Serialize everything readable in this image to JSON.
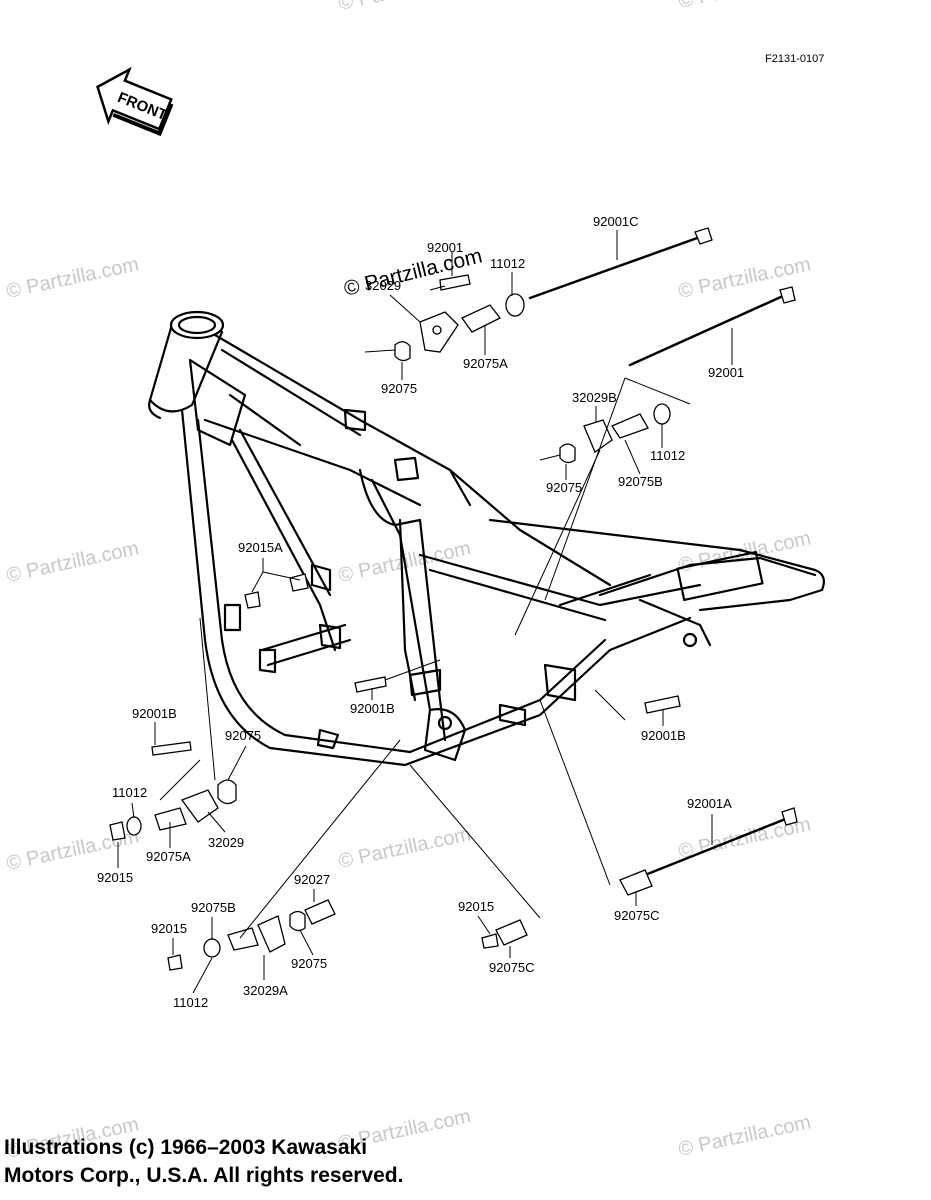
{
  "ref_code": "F2131-0107",
  "front_badge": "FRONT",
  "watermark": "© Partzilla.com",
  "watermark_center": "© Partzilla.com",
  "labels": {
    "p92001C": "92001C",
    "p92001_top": "92001",
    "p11012_top": "11012",
    "p32029_top": "32029",
    "p92075_top": "92075",
    "p92075A_top": "92075A",
    "p92001_right": "92001",
    "p32029B": "32029B",
    "p11012_right": "11012",
    "p92075_right": "92075",
    "p92075B_right": "92075B",
    "p92015A": "92015A",
    "p92001B_center": "92001B",
    "p92001B_right": "92001B",
    "p92001B_left": "92001B",
    "p92075_left": "92075",
    "p11012_left": "11012",
    "p32029_left": "32029",
    "p92075A_left": "92075A",
    "p92015_left": "92015",
    "p92001A": "92001A",
    "p92075C_right": "92075C",
    "p92027": "92027",
    "p92075B_bottom": "92075B",
    "p92015_bottom": "92015",
    "p92075_bottom": "92075",
    "p32029A": "32029A",
    "p11012_bottom": "11012",
    "p92015_center": "92015",
    "p92075C_center": "92075C"
  },
  "copyright": "Illustrations (c) 1966–2003 Kawasaki\nMotors Corp., U.S.A.  All rights reserved."
}
